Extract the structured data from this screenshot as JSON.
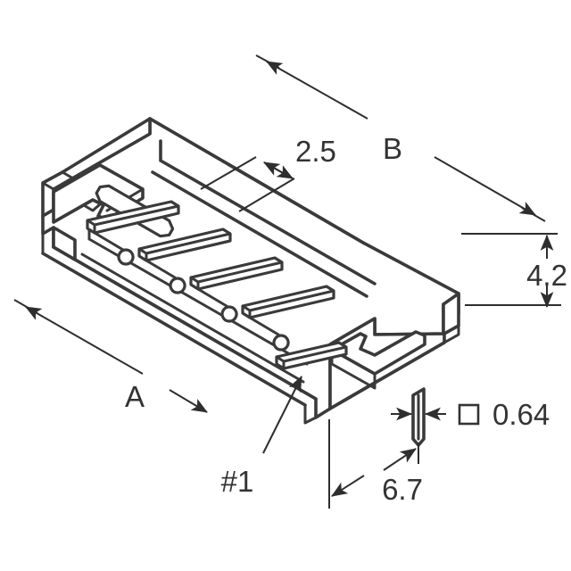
{
  "drawing": {
    "type": "isometric-technical-drawing",
    "subject": "wire-to-board header connector",
    "positions": 5,
    "line_color": "#3a3a3a",
    "text_color": "#333333",
    "background": "#ffffff"
  },
  "dimensions": {
    "pitch": {
      "label": "2.5",
      "name": "contact-pitch",
      "unit": "mm"
    },
    "length_b": {
      "label": "B",
      "name": "overall-length-b"
    },
    "length_a": {
      "label": "A",
      "name": "overall-length-a"
    },
    "height": {
      "label": "4.2",
      "name": "body-height",
      "unit": "mm"
    },
    "depth": {
      "label": "6.7",
      "name": "body-depth",
      "unit": "mm"
    },
    "pin_size": {
      "label": "0.64",
      "symbol": "square",
      "name": "pin-cross-section",
      "unit": "mm"
    }
  },
  "callouts": {
    "pin_one": {
      "label": "#1",
      "name": "pin-one-marker"
    }
  }
}
